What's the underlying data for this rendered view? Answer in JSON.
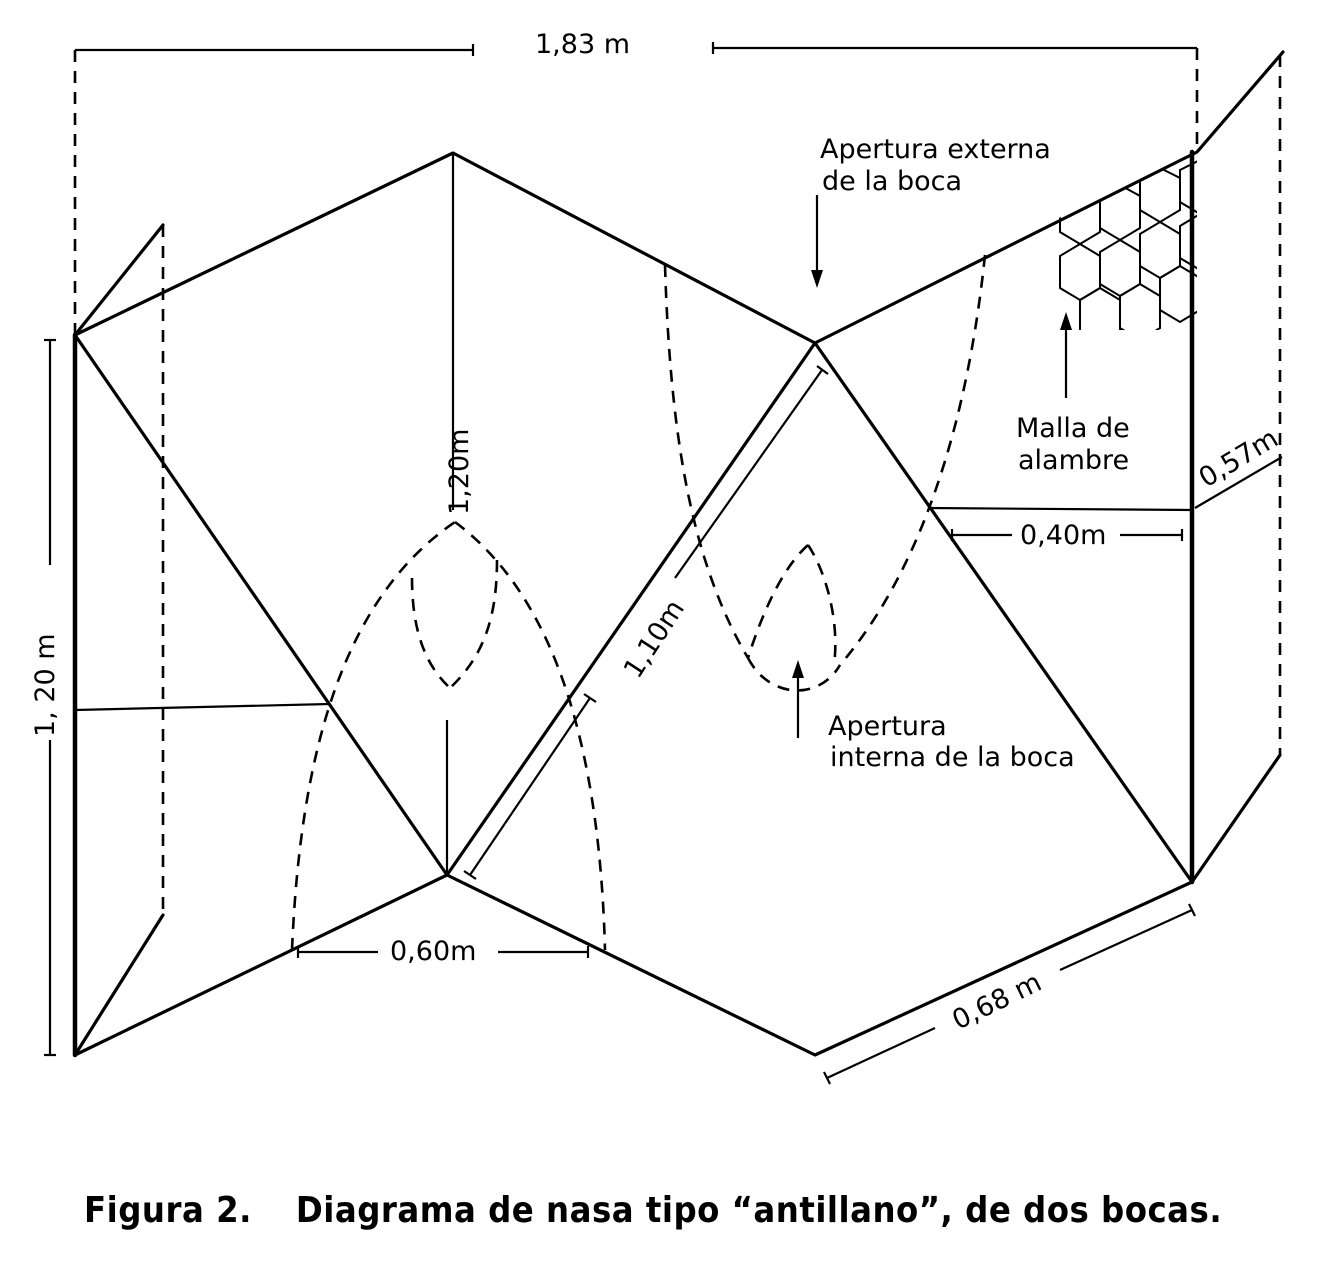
{
  "labels": {
    "width_top": "1,83 m",
    "height_left": "1, 20 m",
    "height_center": "1,20m",
    "diagonal_center": "1,10m",
    "base_width": "0,60m",
    "side_bottom": "0,68 m",
    "entrance_width": "0,40m",
    "entrance_depth": "0,57m",
    "outer_mouth_1": "Apertura externa",
    "outer_mouth_2": "de la boca",
    "inner_mouth_1": "Apertura",
    "inner_mouth_2": "interna de la boca",
    "mesh_1": "Malla de",
    "mesh_2": "alambre"
  },
  "caption": {
    "number": "Figura 2.",
    "text": "Diagrama de nasa tipo “antillano”, de dos bocas."
  }
}
